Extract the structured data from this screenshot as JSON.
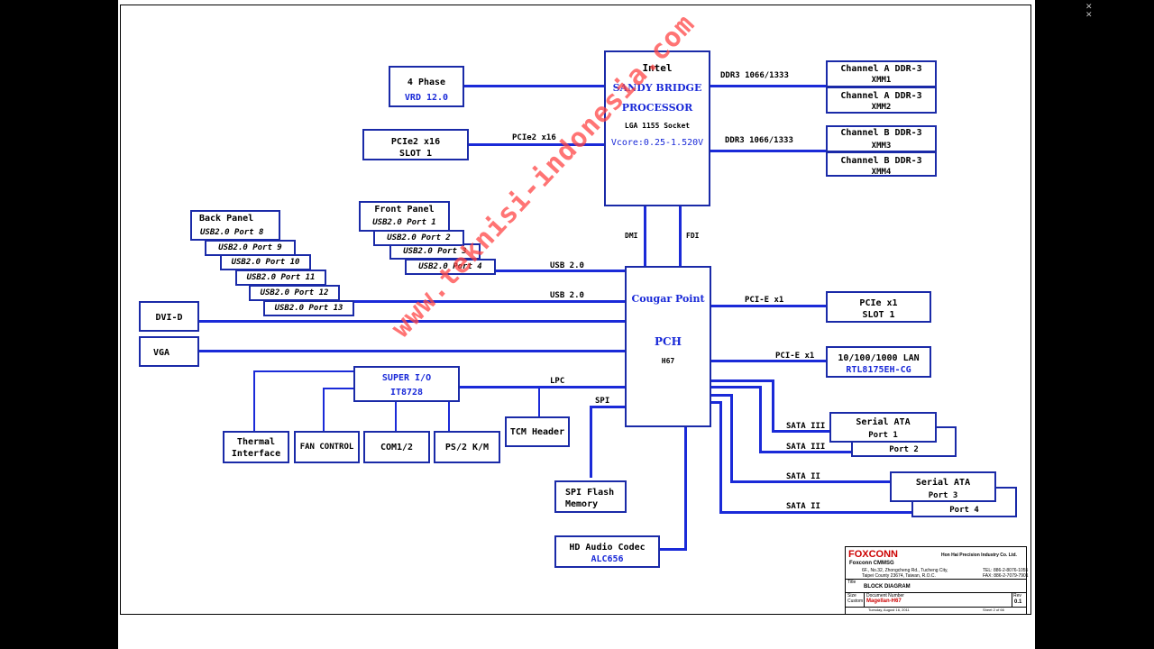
{
  "cpu": {
    "l1": "Intel",
    "l2": "SANDY BRIDGE",
    "l3": "PROCESSOR",
    "l4": "LGA 1155 Socket",
    "l5": "Vcore:0.25-1.520V"
  },
  "vrd": {
    "l1": "4 Phase",
    "l2": "VRD 12.0"
  },
  "pcie16": {
    "l1": "PCIe2 x16",
    "l2": "SLOT 1",
    "bus": "PCIe2 x16"
  },
  "ddr": {
    "bus_a": "DDR3 1066/1333",
    "bus_b": "DDR3 1066/1333",
    "slots": [
      {
        "l1": "Channel A DDR-3",
        "l2": "XMM1"
      },
      {
        "l1": "Channel A DDR-3",
        "l2": "XMM2"
      },
      {
        "l1": "Channel B DDR-3",
        "l2": "XMM3"
      },
      {
        "l1": "Channel B DDR-3",
        "l2": "XMM4"
      }
    ]
  },
  "dmi": "DMI",
  "fdi": "FDI",
  "pch": {
    "l1": "Cougar Point",
    "l2": "PCH",
    "l3": "H67"
  },
  "back_panel": {
    "title": "Back Panel",
    "ports": [
      "USB2.0 Port 8",
      "USB2.0 Port 9",
      "USB2.0 Port 10",
      "USB2.0 Port 11",
      "USB2.0 Port 12",
      "USB2.0 Port 13"
    ]
  },
  "front_panel": {
    "title": "Front Panel",
    "ports": [
      "USB2.0 Port 1",
      "USB2.0 Port 2",
      "USB2.0 Port 3",
      "USB2.0 Port 4"
    ]
  },
  "usb_bus_1": "USB 2.0",
  "usb_bus_2": "USB 2.0",
  "dvi": "DVI-D",
  "vga": "VGA",
  "superio": {
    "l1": "SUPER I/O",
    "l2": "IT8728"
  },
  "lpc": "LPC",
  "spi": "SPI",
  "thermal": {
    "l1": "Thermal",
    "l2": "Interface"
  },
  "fan": "FAN CONTROL",
  "com": "COM1/2",
  "ps2": "PS/2 K/M",
  "tcm": "TCM Header",
  "spiflash": {
    "l1": "SPI Flash",
    "l2": "Memory"
  },
  "audio": {
    "l1": "HD Audio Codec",
    "l2": "ALC656"
  },
  "pcie1": {
    "l1": "PCIe x1",
    "l2": "SLOT 1",
    "bus": "PCI-E x1"
  },
  "lan": {
    "l1": "10/100/1000 LAN",
    "l2": "RTL8175EH-CG",
    "bus": "PCI-E x1"
  },
  "sata": {
    "bus1": "SATA III",
    "bus2": "SATA III",
    "bus3": "SATA II",
    "bus4": "SATA II",
    "a_title": "Serial ATA",
    "a_p1": "Port 1",
    "a_p2": "Port 2",
    "b_title": "Serial ATA",
    "b_p3": "Port 3",
    "b_p4": "Port 4"
  },
  "watermark": "www.teknisi-indonesia.com",
  "title_block": {
    "brand": "FOXCONN",
    "company": "Hon Hai Precision Industry Co. Ltd.",
    "group": "Foxconn CMMSG",
    "addr1": "6F., No.32, Zhongcheng Rd., Tucheng City,",
    "addr2": "Taipei County 23674, Taiwan, R.O.C.",
    "tel": "TEL: 886-2-8076-1055",
    "fax": "FAX: 886-2-7079-7901",
    "title_label": "Title",
    "title": "BLOCK DIAGRAM",
    "size_label": "Size",
    "size": "Custom",
    "docnum_label": "Document Number",
    "docnum": "Magellan-H67",
    "rev_label": "Rev",
    "rev": "0.1",
    "date": "Tuesday, August 16, 2011",
    "sheet": "Sheet 2 of 66"
  },
  "colors": {
    "line": "#1a2ad8",
    "box": "#1a2aa8",
    "watermark": "#ff4646",
    "bg": "#000000",
    "sheet": "#ffffff"
  }
}
